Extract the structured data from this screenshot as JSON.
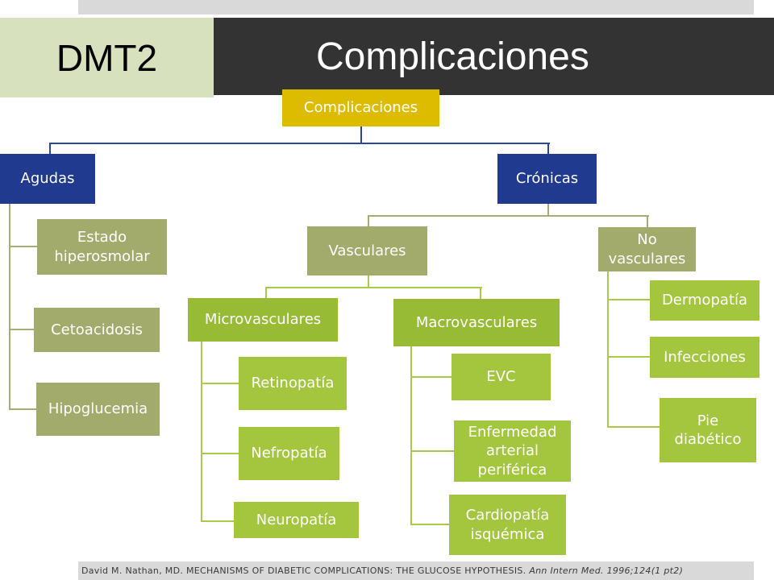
{
  "slide": {
    "tag": "DMT2",
    "title": "Complicaciones"
  },
  "diagram": {
    "root": "Complicaciones",
    "agudas": {
      "label": "Agudas",
      "children": [
        "Estado hiperosmolar",
        "Cetoacidosis",
        "Hipoglucemia"
      ]
    },
    "cronicas": {
      "label": "Crónicas",
      "vasculares": {
        "label": "Vasculares",
        "microvasculares": {
          "label": "Microvasculares",
          "children": [
            "Retinopatía",
            "Nefropatía",
            "Neuropatía"
          ]
        },
        "macrovasculares": {
          "label": "Macrovasculares",
          "children": [
            "EVC",
            "Enfermedad arterial periférica",
            "Cardiopatía isquémica"
          ]
        }
      },
      "no_vasculares": {
        "label": "No vasculares",
        "children": [
          "Dermopatía",
          "Infecciones",
          "Pie diabético"
        ]
      }
    }
  },
  "citation": {
    "reference": "David M. Nathan, MD. MECHANISMS OF DIABETIC COMPLICATIONS: THE GLUCOSE HYPOTHESIS.",
    "journal": "Ann Intern Med. 1996;124(1 pt2)"
  },
  "colors": {
    "strip": "#d9d9d9",
    "accent_box": "#d8e1be",
    "header_dark": "#333333",
    "root": "#ddbc00",
    "level1": "#1f3a8f",
    "level2": "#a3ab6c",
    "level3": "#98bb35",
    "leaf": "#a4c63f",
    "line1": "#2b4796",
    "line2": "#a6ad73",
    "line3": "#a9c94a"
  }
}
